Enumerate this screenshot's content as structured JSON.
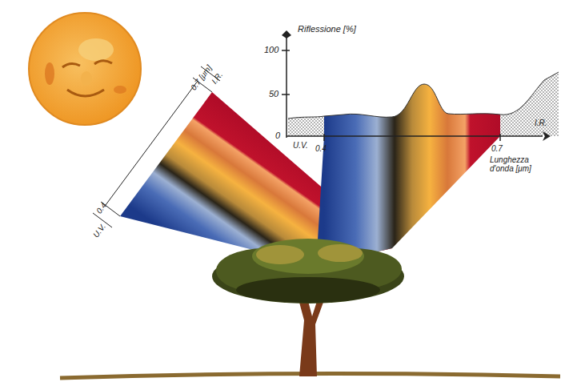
{
  "diagram": {
    "labels": [
      "Riflessione [%]",
      "100",
      "50",
      "0",
      "U.V.",
      "0.4",
      "0.7",
      "I.R.",
      "Lunghezza d'onda [μm]",
      "0.4",
      "U.V.",
      "0.7 [μm]",
      "I.R."
    ]
  }
}
